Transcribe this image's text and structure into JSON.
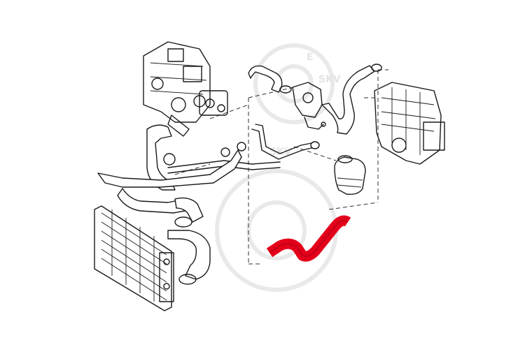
{
  "watermark": {
    "text_top": "SKV",
    "text_mid": "SKV",
    "text_badge": "E"
  },
  "colors": {
    "highlight_hose": "#e3001b",
    "line": "#1a1a1a",
    "watermark": "#e6e6e6"
  },
  "highlighted_part": "red-coolant-hose"
}
